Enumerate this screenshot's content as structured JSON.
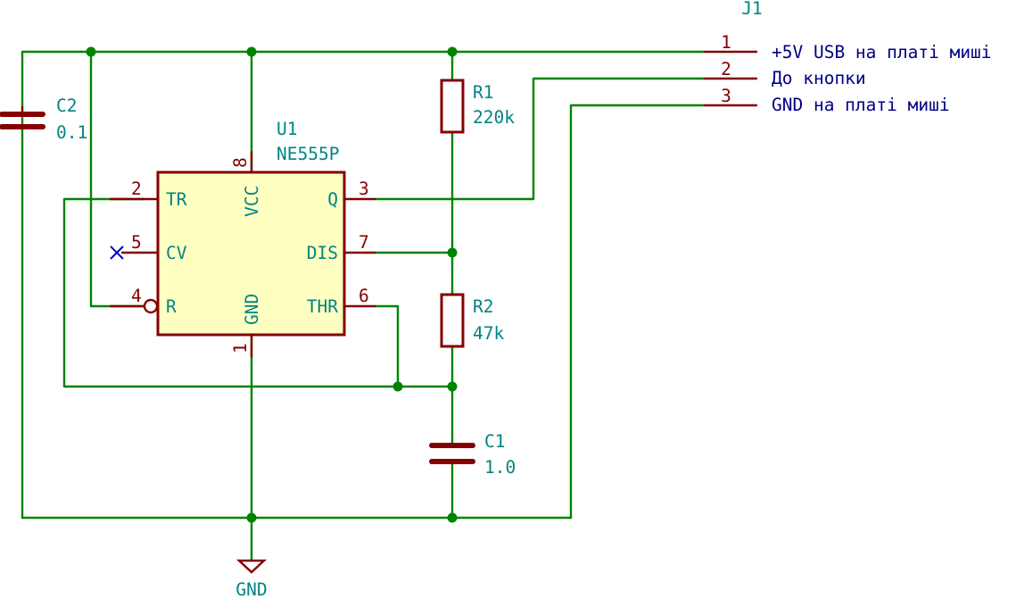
{
  "components": {
    "j1": {
      "ref": "J1",
      "pins": [
        "1",
        "2",
        "3"
      ]
    },
    "u1": {
      "ref": "U1",
      "value": "NE555P",
      "pins": {
        "tr": {
          "num": "2",
          "name": "TR"
        },
        "cv": {
          "num": "5",
          "name": "CV"
        },
        "r": {
          "num": "4",
          "name": "R"
        },
        "vcc": {
          "num": "8",
          "name": "VCC"
        },
        "gnd": {
          "num": "1",
          "name": "GND"
        },
        "q": {
          "num": "3",
          "name": "Q"
        },
        "dis": {
          "num": "7",
          "name": "DIS"
        },
        "thr": {
          "num": "6",
          "name": "THR"
        }
      }
    },
    "r1": {
      "ref": "R1",
      "value": "220k"
    },
    "r2": {
      "ref": "R2",
      "value": "47k"
    },
    "c1": {
      "ref": "C1",
      "value": "1.0"
    },
    "c2": {
      "ref": "C2",
      "value": "0.1"
    }
  },
  "nets": {
    "pin1_label": "+5V USB на платі миші",
    "pin2_label": "До кнопки",
    "pin3_label": "GND на платі миші",
    "gnd_symbol": "GND"
  },
  "colors": {
    "wire": "#008400",
    "component": "#840000",
    "ic_fill": "#ffffc2",
    "text": "#008484",
    "net_label": "#000084",
    "no_connect": "#0000c8"
  }
}
